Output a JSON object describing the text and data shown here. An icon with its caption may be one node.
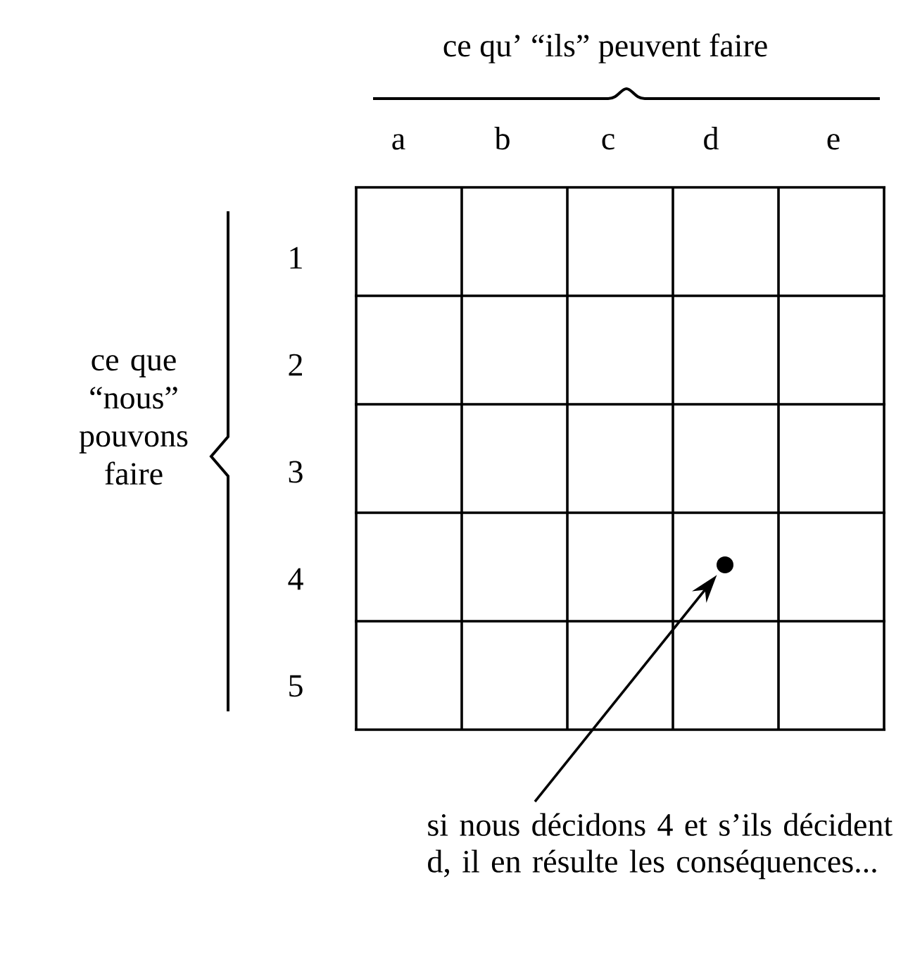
{
  "diagram": {
    "nodes": [
      {
        "text": [],
        "shape": "circle"
      },
      {
        "text": [
          "si nous décidons 4 et s’ils décident d, il en résulte les conséquences..."
        ]
      }
    ],
    "edges": [
      {
        "from": 1,
        "to": 0,
        "arrow": "to"
      }
    ],
    "labels": [
      "ce qu’ “ils” peuvent faire",
      "a",
      "b",
      "c",
      "d",
      "e",
      "ce que “nous” pouvons faire",
      "1",
      "2",
      "3",
      "4",
      "5"
    ]
  }
}
